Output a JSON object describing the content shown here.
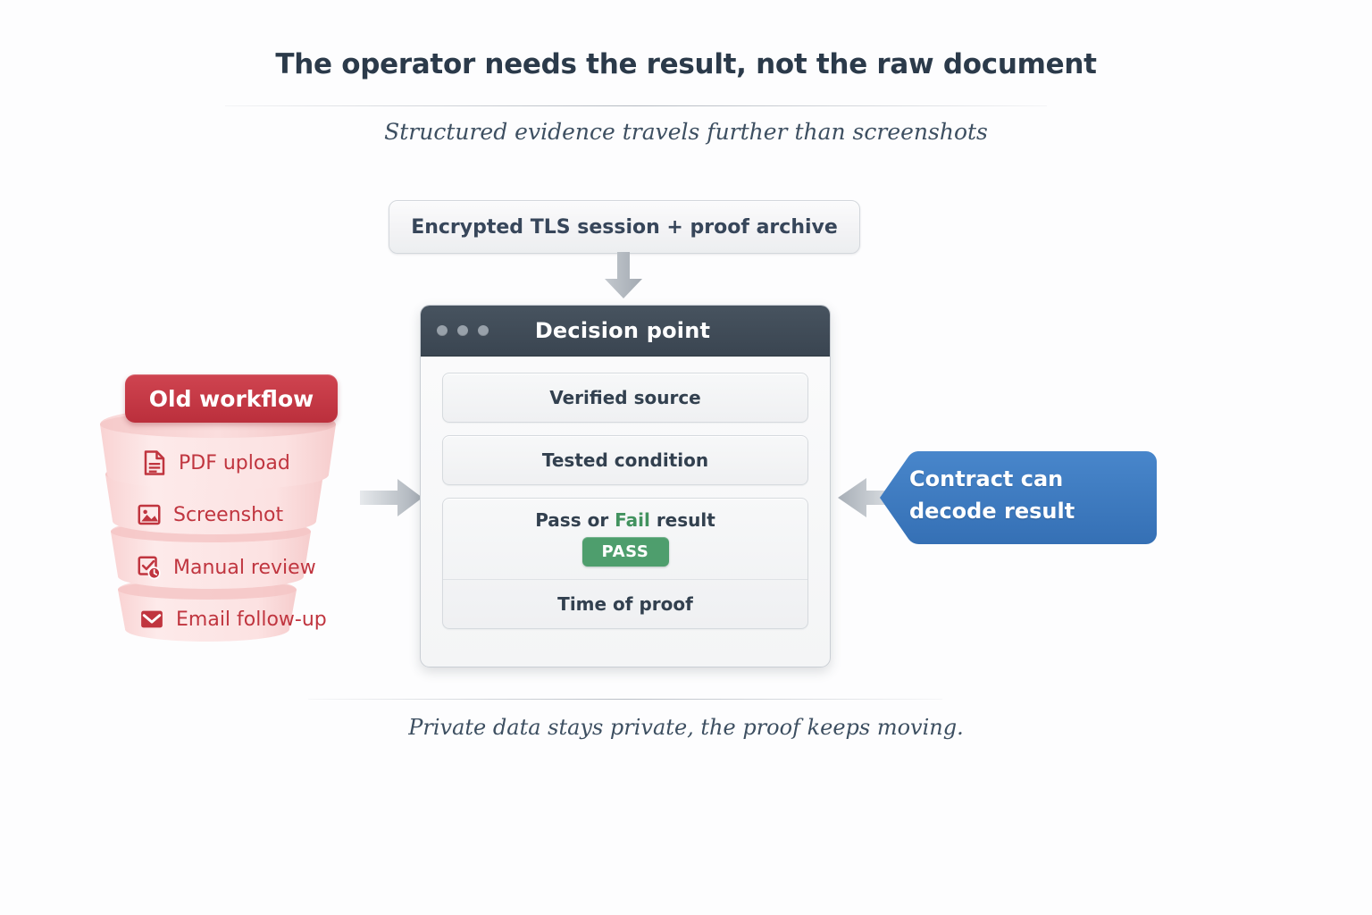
{
  "header": {
    "title": "The operator needs the result, not the raw document",
    "subtitle": "Structured evidence travels further than screenshots"
  },
  "top_box": {
    "label": "Encrypted TLS session + proof archive"
  },
  "window": {
    "title": "Decision point",
    "traffic_lights": [
      "dot-1",
      "dot-2",
      "dot-3"
    ],
    "panels": [
      {
        "label": "Verified source"
      },
      {
        "label": "Tested condition"
      }
    ],
    "result": {
      "prefix": "Pass or ",
      "highlight": "Fail",
      "suffix": " result",
      "badge": "PASS",
      "time_label": "Time of proof"
    }
  },
  "old_workflow": {
    "badge": "Old workflow",
    "items": [
      {
        "label": "PDF upload",
        "icon": "document-icon"
      },
      {
        "label": "Screenshot",
        "icon": "image-icon"
      },
      {
        "label": "Manual review",
        "icon": "checklist-clock-icon"
      },
      {
        "label": "Email follow-up",
        "icon": "envelope-icon"
      }
    ]
  },
  "callout": {
    "line1": "Contract can",
    "line2": "decode result"
  },
  "footer": {
    "text": "Private data stays private, the proof keeps moving."
  },
  "colors": {
    "background": "#fdfdfe",
    "ink": "#2b3a4a",
    "titlebar": "#3f4b57",
    "accent_red": "#c0353f",
    "badge_red": "#c53d49",
    "cylinder_pink": "#fbdcdc",
    "accent_blue": "#3c79bf",
    "pass_green": "#4e9e6d",
    "fail_green": "#42925f",
    "arrow_gray": "#b4bac1"
  }
}
